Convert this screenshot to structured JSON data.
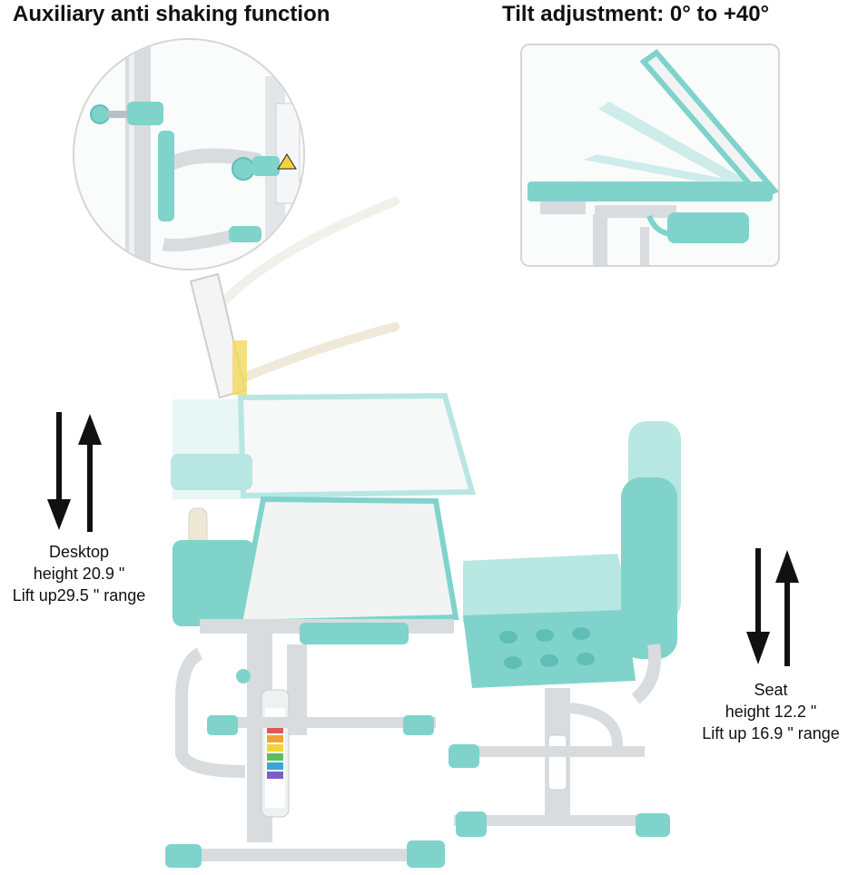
{
  "header": {
    "left_title": "Auxiliary anti shaking function",
    "right_title": "Tilt adjustment: 0° to +40°"
  },
  "desk_caption": {
    "line1": "Desktop",
    "line2": "height 20.9 \"",
    "line3": "Lift up29.5 \" range"
  },
  "seat_caption": {
    "line1": "Seat",
    "line2": "height 12.2 \"",
    "line3": "Lift up  16.9 \" range"
  },
  "colors": {
    "accent_teal": "#7fd3cb",
    "accent_teal_dark": "#5fbfb6",
    "frame_grey": "#d8dcdf",
    "desktop_white": "#f2f4f4",
    "arrow": "#111111"
  },
  "icons": {
    "down_arrow": "down-arrow-icon",
    "up_arrow": "up-arrow-icon"
  }
}
